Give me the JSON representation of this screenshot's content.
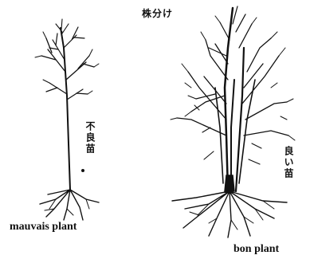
{
  "title": "株分け",
  "bad_plant": {
    "label_jp": "不良苗",
    "label_fr": "mauvais plant"
  },
  "good_plant": {
    "label_jp": "良い苗",
    "label_fr": "bon plant"
  },
  "ink_color": "#111111"
}
